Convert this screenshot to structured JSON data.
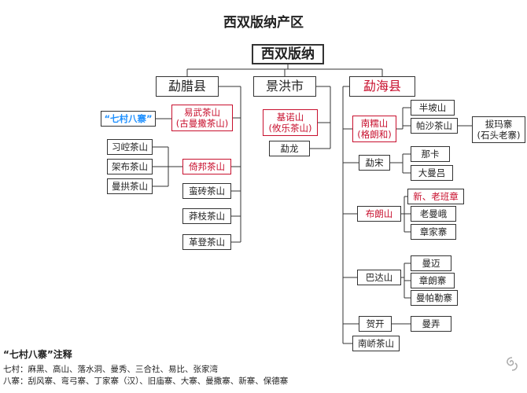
{
  "title": "西双版纳产区",
  "nodes": {
    "root": "西双版纳",
    "menglaxian": "勐腊县",
    "jinghongshi": "景洪市",
    "menghaixian": "勐海县",
    "qicunbazhai": "“七村八寨”",
    "yiwu": "易武茶山\n(古曼撒茶山)",
    "xiwo": "习崆茶山",
    "jiabu": "架布茶山",
    "mangong": "曼拱茶山",
    "yibang": "倚邦茶山",
    "manzhuan": "蛮砖茶山",
    "mangzhi": "莽枝茶山",
    "gedeng": "革登茶山",
    "jinuo": "基诺山\n(攸乐茶山)",
    "menglong": "勐龙",
    "nannuo": "南糯山\n(格朗和)",
    "banpo": "半坡山",
    "pasha": "帕沙茶山",
    "bama": "拔玛寨\n(石头老寨)",
    "mengsong": "勐宋",
    "naka": "那卡",
    "damanlv": "大曼吕",
    "bulang": "布朗山",
    "xinlao": "新、老班章",
    "laomane": "老曼峨",
    "zhangjia": "章家寨",
    "bada": "巴达山",
    "manmai": "曼迈",
    "zhanglang": "章朗寨",
    "manpale": "曼帕勒寨",
    "hekai": "贺开",
    "mannong": "曼弄",
    "nanqiao": "南峤茶山"
  },
  "legend": {
    "heading": "“七村八寨”注释",
    "line1": "七村：麻黑、高山、落水洞、曼秀、三合社、易比、张家湾",
    "line2": "八寨：刮风寨、弯弓寨、丁家寨（汉）、旧庙寨、大寨、曼撒寨、新寨、保德寨"
  },
  "colors": {
    "red": "#c8102e",
    "blue": "#1e90ff",
    "line": "#333333"
  },
  "icons": {
    "watermark": "swirl-logo-icon"
  }
}
